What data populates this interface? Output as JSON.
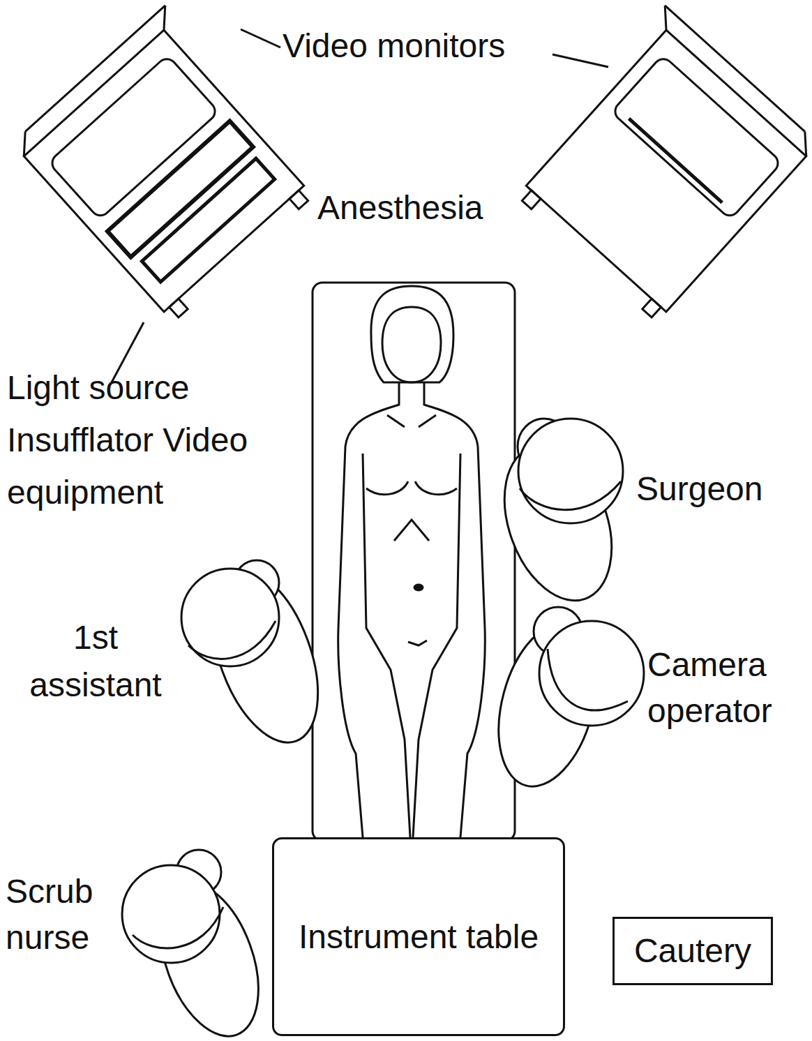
{
  "diagram": {
    "nodes": [
      {
        "text": [
          "Instrument table"
        ]
      },
      {
        "text": [
          "Cautery"
        ]
      }
    ],
    "labels": [
      "Video monitors",
      "Anesthesia",
      "Light source Insufflator Video equipment",
      "Surgeon",
      "1st assistant",
      "Camera operator",
      "Scrub nurse"
    ]
  }
}
